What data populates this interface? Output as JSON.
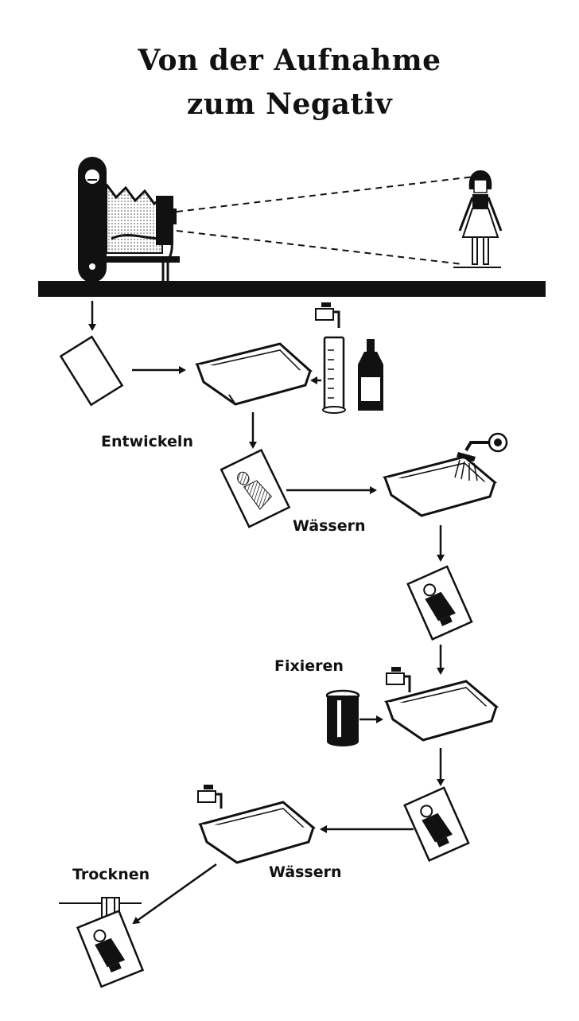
{
  "title": {
    "line1": "Von der Aufnahme",
    "line2": "zum Negativ"
  },
  "steps": {
    "develop": "Entwickeln",
    "rinse1": "Wässern",
    "fix": "Fixieren",
    "rinse2": "Wässern",
    "dry": "Trocknen"
  },
  "colors": {
    "ink": "#111111",
    "paper": "#ffffff"
  },
  "icons": [
    "folding-camera-icon",
    "girl-subject-icon",
    "film-plate-icon",
    "developer-tray-icon",
    "water-tap-icon",
    "measuring-cylinder-icon",
    "chemical-bottle-icon",
    "shower-head-icon",
    "negative-icon",
    "fixer-tank-icon",
    "clothesline-clip-icon"
  ]
}
